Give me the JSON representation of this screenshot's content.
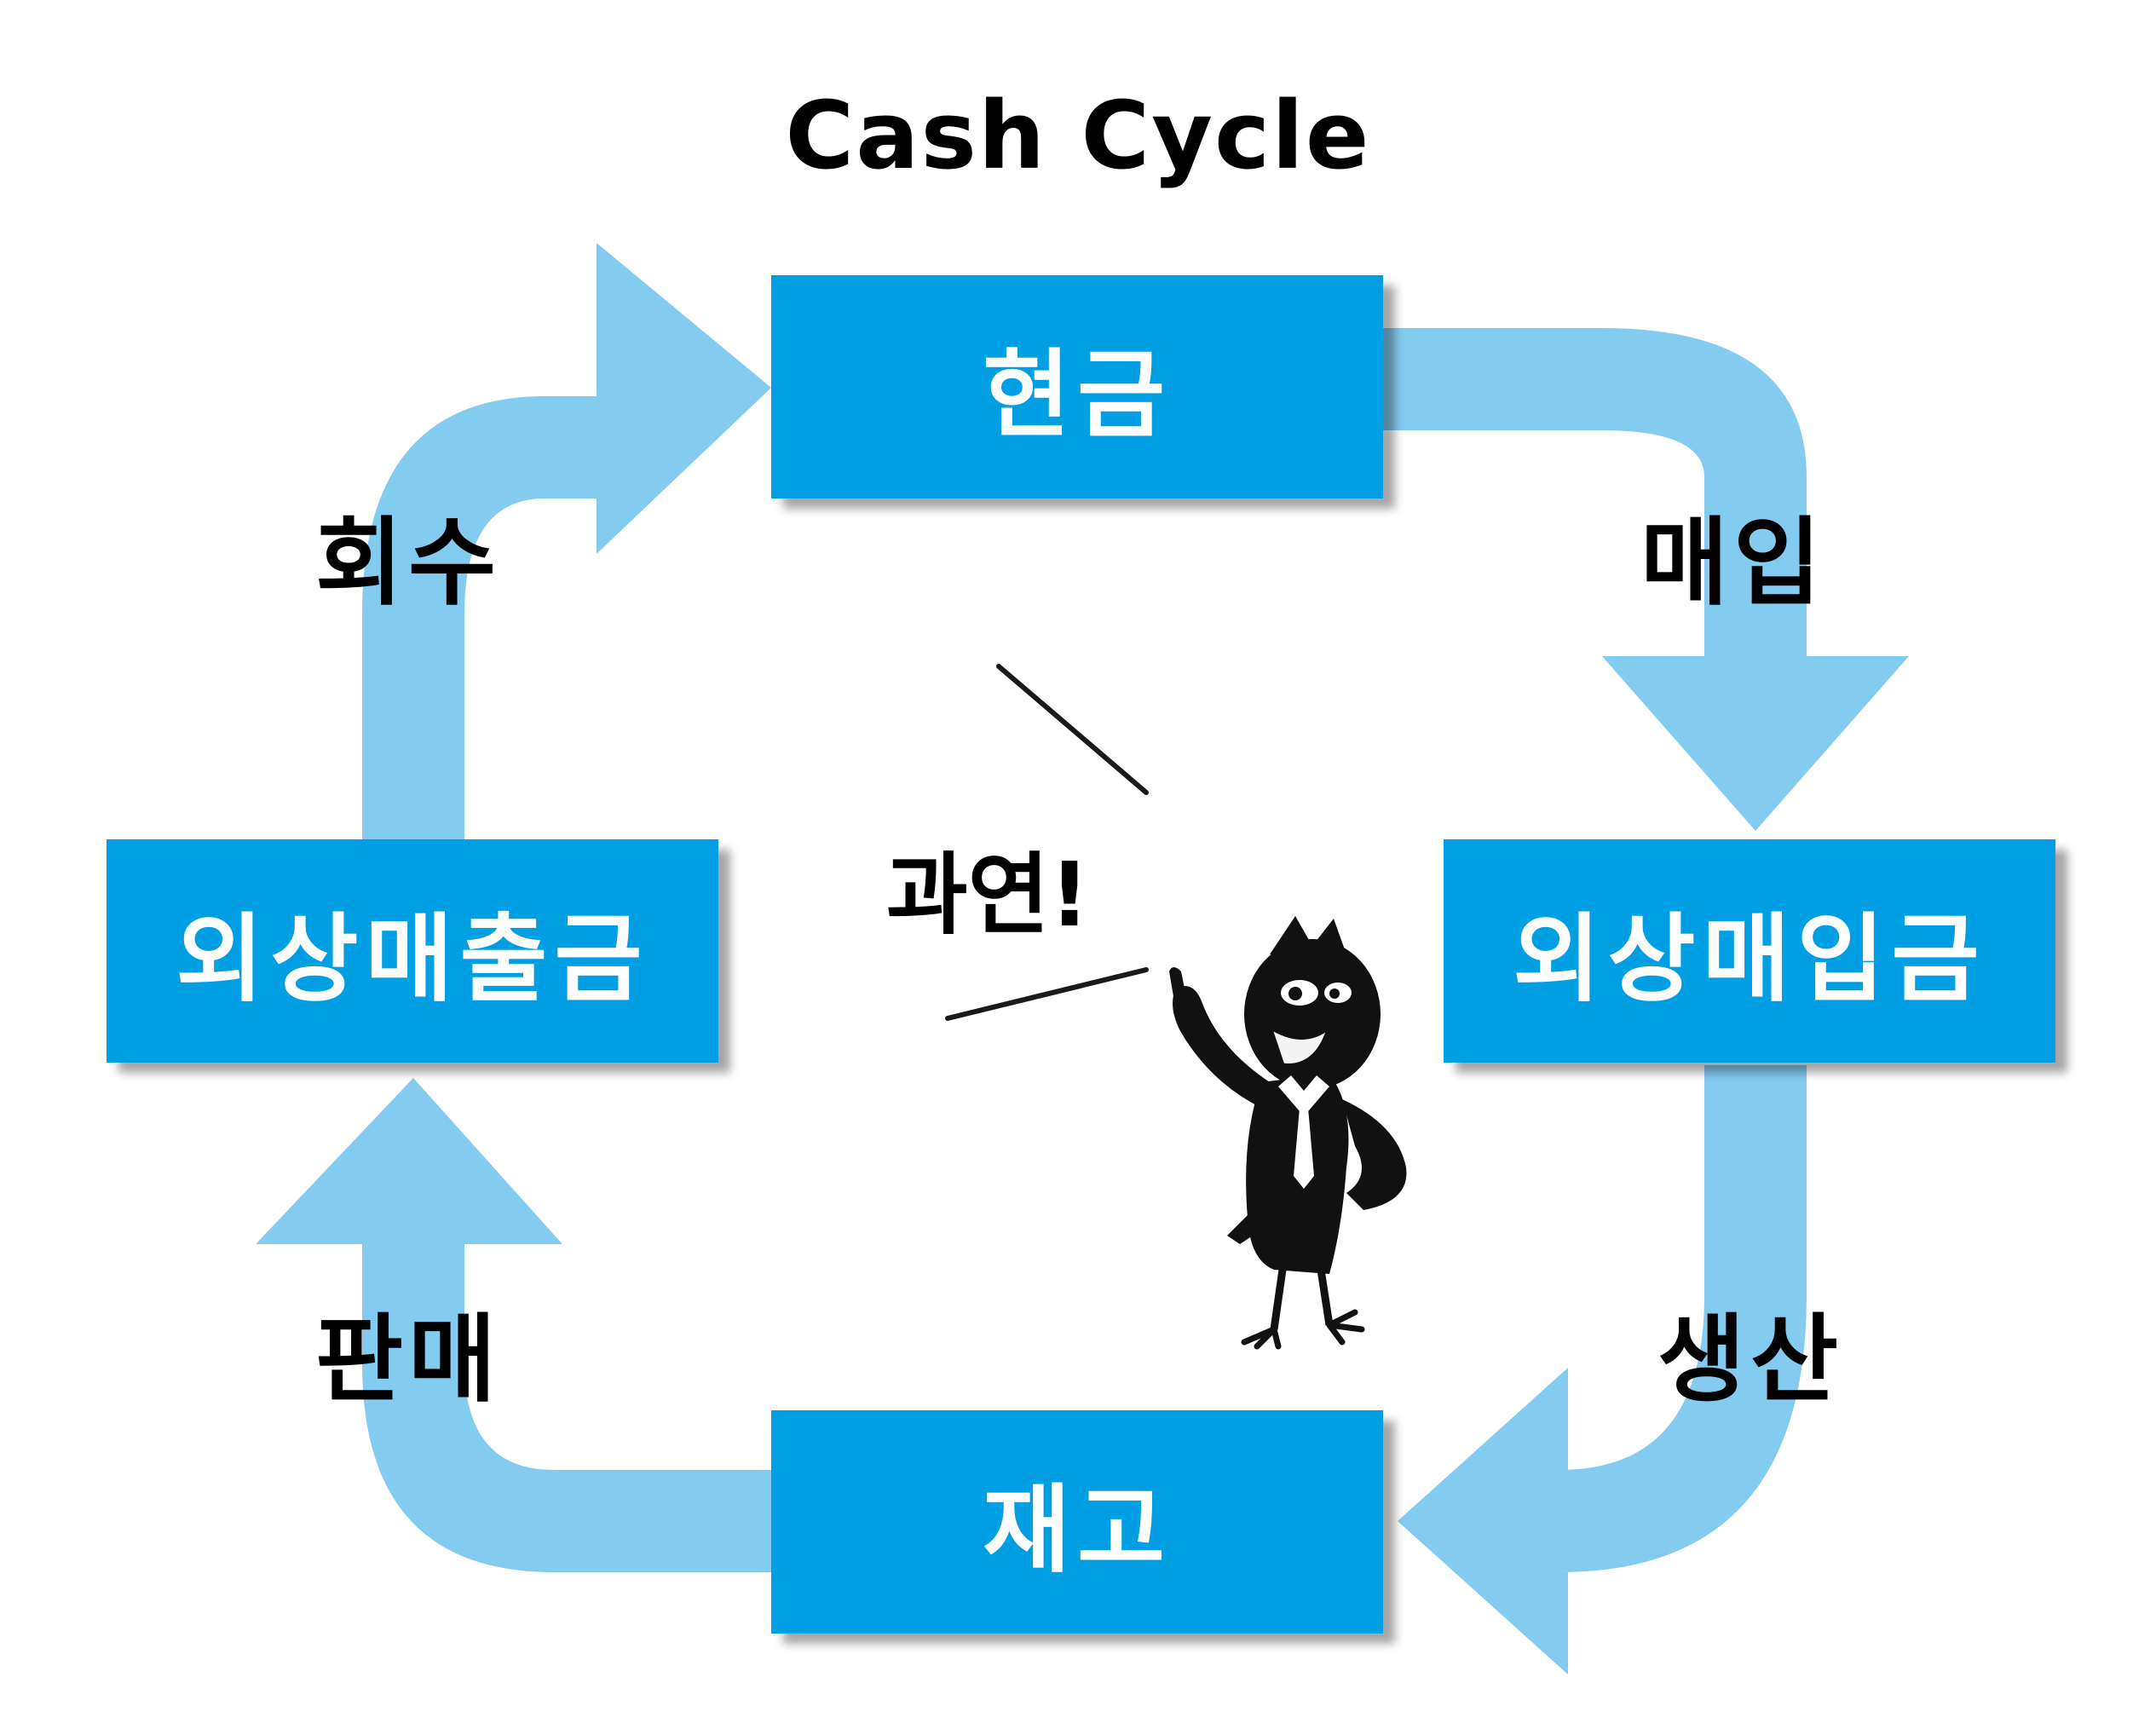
{
  "title": "Cash Cycle",
  "nodes": {
    "cash": "현금",
    "accounts_payable": "외상매입금",
    "inventory": "재고",
    "accounts_receivable": "외상매출금"
  },
  "edges": {
    "purchase": "매입",
    "production": "생산",
    "sales": "판매",
    "collection": "회수"
  },
  "speech": "과연!",
  "colors": {
    "box": "#009fe3",
    "arrow": "#84cbf0",
    "box_text": "#ffffff",
    "label_text": "#000000"
  }
}
